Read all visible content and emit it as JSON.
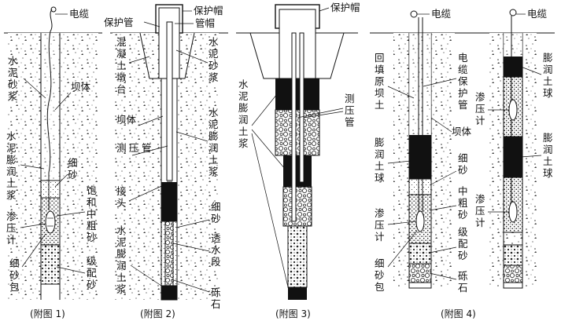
{
  "figures": [
    {
      "caption": "(附图 1)",
      "labels": {
        "cable": "电缆",
        "cement_mortar": [
          "水",
          "泥",
          "砂",
          "浆"
        ],
        "dam_body": "坝体",
        "bentonite_cement": [
          "水",
          "泥",
          "膨",
          "润",
          "土",
          "浆"
        ],
        "fine_sand": [
          "细",
          "砂"
        ],
        "saturated_sand": [
          "饱",
          "和",
          "中",
          "粗",
          "砂"
        ],
        "piezometer": [
          "渗",
          "压",
          "计"
        ],
        "graded_sand": [
          "级",
          "配",
          "砂"
        ],
        "fine_sand_bag": [
          "细",
          "砂",
          "包"
        ]
      }
    },
    {
      "caption": "(附图 2)",
      "labels": {
        "protective_pipe": "保护管",
        "protective_cap": "保护帽",
        "pipe_cap": "管帽",
        "concrete_pier": [
          "混",
          "凝",
          "土",
          "墩",
          "台"
        ],
        "cement_mortar": [
          "水",
          "泥",
          "砂",
          "浆"
        ],
        "dam_body": "坝体",
        "standpipe": [
          "测",
          "压",
          "管"
        ],
        "bentonite_cement_upper": [
          "水",
          "泥",
          "膨",
          "润",
          "土",
          "浆"
        ],
        "joint": [
          "接",
          "头"
        ],
        "fine_sand": [
          "细",
          "砂"
        ],
        "permeable_section": [
          "透",
          "水",
          "段"
        ],
        "bentonite_cement_lower": [
          "水",
          "泥",
          "膨",
          "润",
          "土",
          "浆"
        ],
        "gravel": [
          "砾",
          "石"
        ]
      }
    },
    {
      "caption": "(附图 3)",
      "labels": {
        "protective_cap": "保护帽",
        "bentonite_cement": [
          "水",
          "泥",
          "膨",
          "润",
          "土",
          "浆"
        ],
        "standpipe": [
          "测",
          "压",
          "管"
        ]
      }
    },
    {
      "caption": "(附图 4)",
      "labels": {
        "cable_a": "电缆",
        "cable_b": "电缆",
        "backfill": [
          "回",
          "填",
          "原",
          "坝",
          "土"
        ],
        "cable_protect": [
          "电",
          "缆",
          "保",
          "护",
          "管"
        ],
        "dam_body": "坝体",
        "bentonite_ball_left": [
          "膨",
          "润",
          "土",
          "球"
        ],
        "fine_sand": [
          "细",
          "砂"
        ],
        "medium_coarse": [
          "中",
          "粗",
          "砂"
        ],
        "graded_sand": [
          "级",
          "配",
          "砂"
        ],
        "gravel": [
          "砾",
          "石"
        ],
        "piezometer_left": [
          "渗",
          "压",
          "计"
        ],
        "fine_sand_bag": [
          "细",
          "砂",
          "包"
        ],
        "bentonite_ball_r1": [
          "膨",
          "润",
          "土",
          "球"
        ],
        "piezometer_r1": [
          "渗",
          "压",
          "计"
        ],
        "bentonite_ball_r2": [
          "膨",
          "润",
          "土",
          "球"
        ],
        "piezometer_r2": [
          "渗",
          "压",
          "计"
        ]
      }
    }
  ],
  "colors": {
    "ink": "#111111",
    "paper": "#ffffff"
  }
}
